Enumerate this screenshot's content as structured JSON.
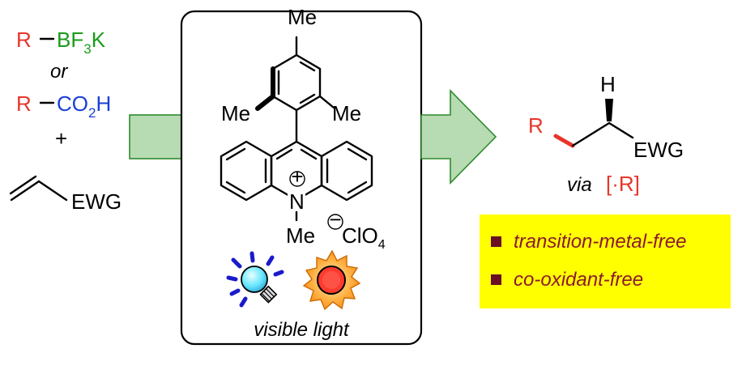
{
  "colors": {
    "red": "#e8352a",
    "green": "#1a9c1a",
    "blue": "#1a3fd6",
    "arrow_fill": "#b7dbb3",
    "arrow_stroke": "#2e8b2e",
    "highlight": "#ffff00",
    "bullet": "#6b0f24",
    "feature_text": "#8b1a2b"
  },
  "reagents": {
    "r1": "R",
    "bf3k_main": "BF",
    "bf3k_sub": "3",
    "bf3k_end": "K",
    "or": "or",
    "r2": "R",
    "co2h_main": "CO",
    "co2h_sub": "2",
    "co2h_end": "H",
    "plus": "+",
    "alkene_group": "EWG"
  },
  "catalyst": {
    "me_top": "Me",
    "me_left": "Me",
    "me_right": "Me",
    "plus_charge": "+",
    "nitrogen": "N",
    "me_n": "Me",
    "minus_charge": "−",
    "counterion_main": "ClO",
    "counterion_sub": "4",
    "caption": "visible light"
  },
  "icons": [
    "light-bulb-icon",
    "sun-icon"
  ],
  "product": {
    "h": "H",
    "r": "R",
    "ewg": "EWG",
    "via": "via",
    "radical": "[·R]"
  },
  "features": [
    "transition-metal-free",
    "co-oxidant-free"
  ]
}
